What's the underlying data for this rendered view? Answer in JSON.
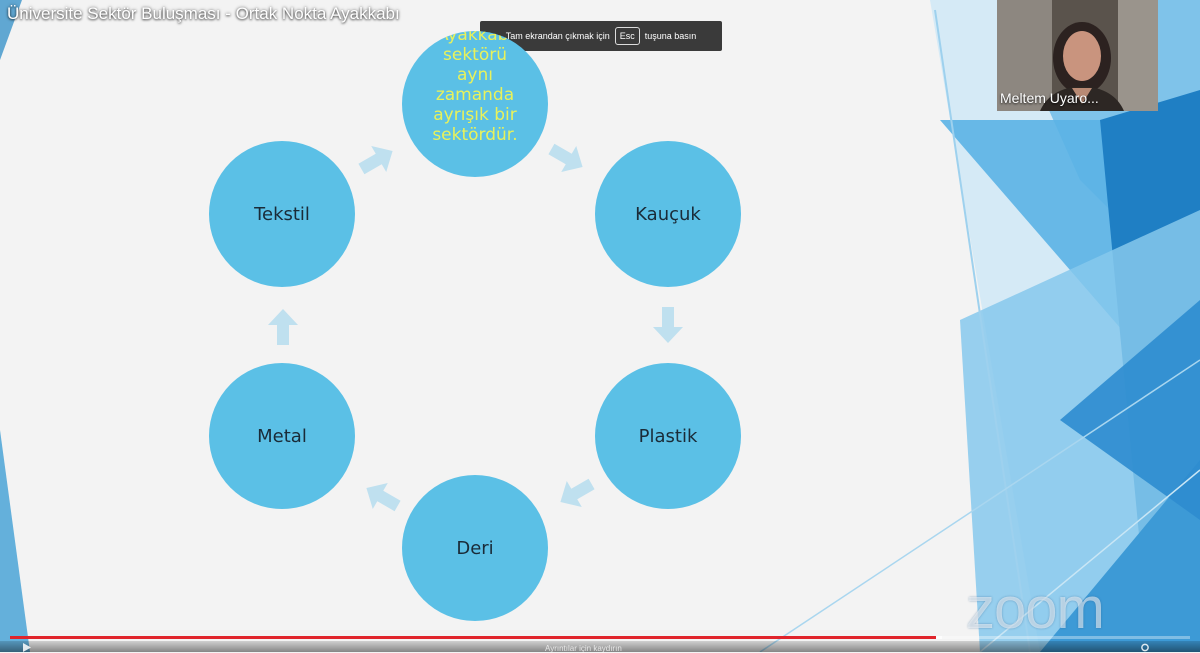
{
  "player": {
    "video_title": "Üniversite Sektör Buluşması - Ortak Nokta Ayakkabı",
    "fullscreen_notice": {
      "before": "Tam ekrandan çıkmak için",
      "key": "Esc",
      "after": "tuşuna basın"
    },
    "progress_fraction": 0.785,
    "buffer_fraction": 0.79,
    "chapter_hint": "Ayrıntılar için kaydırın",
    "accent_color": "#e0242b"
  },
  "presenter": {
    "name": "Meltem Uyaro..."
  },
  "slide": {
    "center_text": "Ayakkabı sektörü aynı zamanda ayrışık bir sektördür.",
    "nodes": [
      "Kauçuk",
      "Plastik",
      "Deri",
      "Metal",
      "Tekstil"
    ],
    "circle_color": "#5bc0e6",
    "center_text_color": "#e9f25a",
    "arrow_color": "#bfe0ef"
  },
  "watermark": {
    "logo": "zoom"
  },
  "icons": {
    "play": "play-icon",
    "settings": "gear-icon"
  }
}
